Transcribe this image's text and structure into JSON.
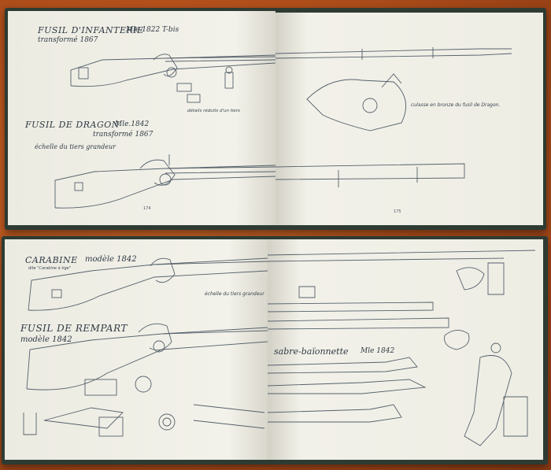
{
  "top_spread": {
    "left_page": {
      "title_infanterie": "FUSIL D'INFANTERIE",
      "model_infanterie": "Mle.1822 T-bis",
      "transforme_1": "transformé 1867",
      "details_caption": "détails réduits d'un tiers",
      "title_dragon": "FUSIL DE DRAGON",
      "model_dragon": "Mle.1842",
      "transforme_2": "transformé 1867",
      "echelle": "échelle du tiers grandeur",
      "page_number": "174"
    },
    "right_page": {
      "culasse_caption": "culasse en bronze du fusil de Dragon.",
      "page_number": "175"
    }
  },
  "bottom_spread": {
    "left_page": {
      "title_carabine": "CARABINE",
      "model_carabine": "modèle 1842",
      "subtitle_carabine": "dite \"Carabine à tige\"",
      "echelle": "échelle du tiers grandeur",
      "title_rempart": "FUSIL DE REMPART",
      "model_rempart": "modèle 1842"
    },
    "right_page": {
      "sabre": "sabre-baïonnette",
      "sabre_model": "Mle 1842"
    }
  },
  "colors": {
    "background": "#b8541e",
    "book_cover": "#2e3b33",
    "paper": "#f1efe6",
    "ink": "#2f3a44"
  }
}
